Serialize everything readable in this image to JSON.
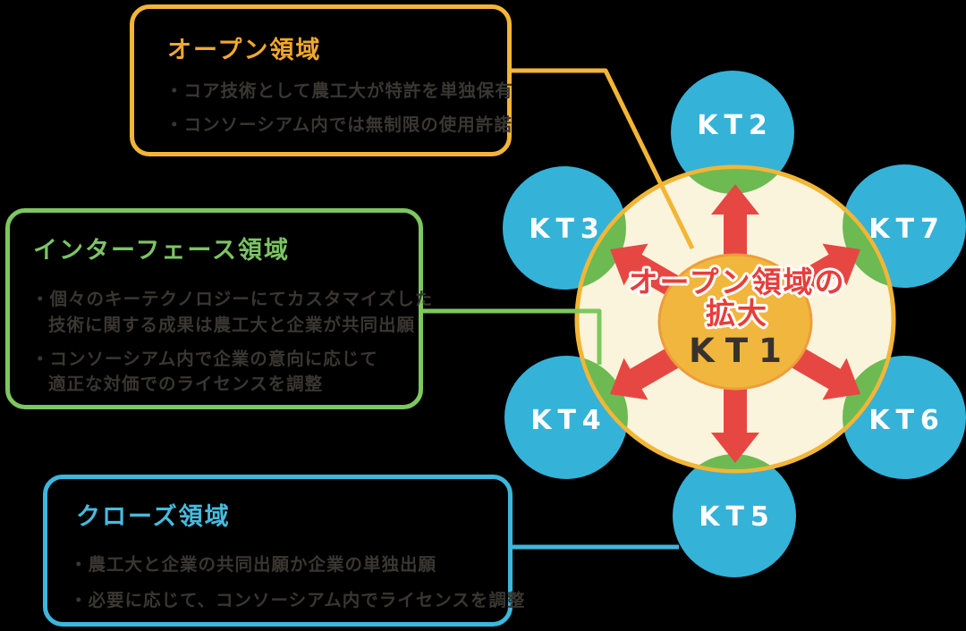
{
  "colors": {
    "bg": "#000000",
    "orange": "#f2b636",
    "orange-title": "#f0a82e",
    "green-border": "#7dc75f",
    "green-title": "#7cc464",
    "blue-border": "#3db7dc",
    "blue-title": "#47bbde",
    "circle-blue": "#35b2d8",
    "lens-green": "#6dba52",
    "cream": "#faf4dc",
    "hub-fill": "#f1b63e",
    "hub-stroke": "#ee9d3a",
    "arrow-red": "#e74742",
    "caption-red": "#e73e3a",
    "body-text": "#3a3631",
    "hub-text": "#37322e",
    "label-white": "#ffffff"
  },
  "open_box": {
    "title": "オープン領域",
    "line1": "・コア技術として農工大が特許を単独保有",
    "line2": "・コンソーシアム内では無制限の使用許諾"
  },
  "interface_box": {
    "title": "インターフェース領域",
    "line1": "・個々のキーテクノロジーにてカスタマイズした",
    "line2": "技術に関する成果は農工大と企業が共同出願",
    "line3": "・コンソーシアム内で企業の意向に応じて",
    "line4": "適正な対価でのライセンスを調整"
  },
  "closed_box": {
    "title": "クローズ領域",
    "line1": "・農工大と企業の共同出願か企業の単独出願",
    "line2": "・必要に応じて、コンソーシアム内でライセンスを調整"
  },
  "diagram": {
    "hub_caption_line1": "オープン領域の",
    "hub_caption_line2": "拡大",
    "hub_label": "KT1",
    "satellites": {
      "kt2": "KT2",
      "kt3": "KT3",
      "kt4": "KT4",
      "kt5": "KT5",
      "kt6": "KT6",
      "kt7": "KT7"
    }
  }
}
